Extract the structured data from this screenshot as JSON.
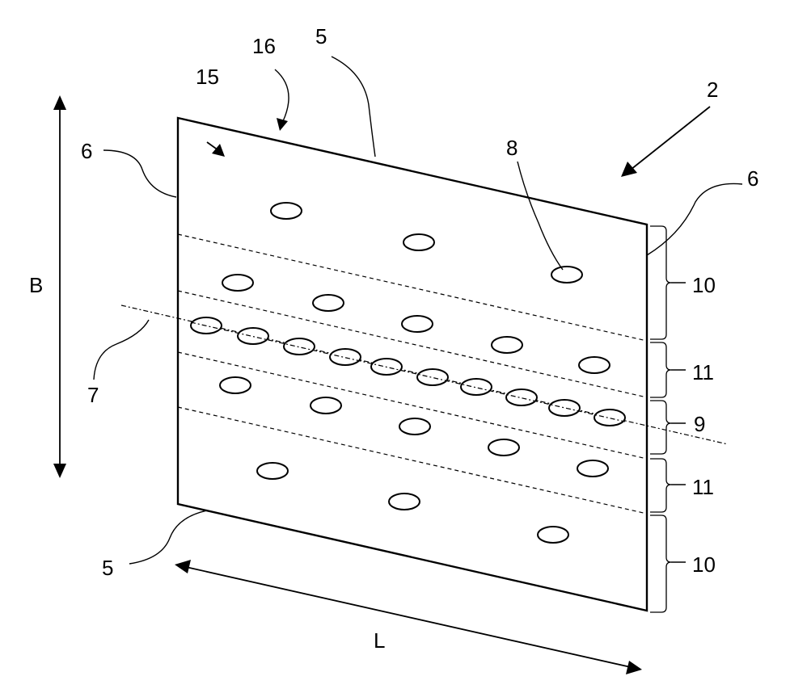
{
  "labels": {
    "element_2": "2",
    "element_5_top": "5",
    "element_5_bottom": "5",
    "element_6_left": "6",
    "element_6_right": "6",
    "element_7": "7",
    "element_8": "8",
    "element_9": "9",
    "element_10_upper": "10",
    "element_10_lower": "10",
    "element_11_upper": "11",
    "element_11_lower": "11",
    "element_15": "15",
    "element_16": "16",
    "dimension_B": "B",
    "dimension_L": "L"
  }
}
